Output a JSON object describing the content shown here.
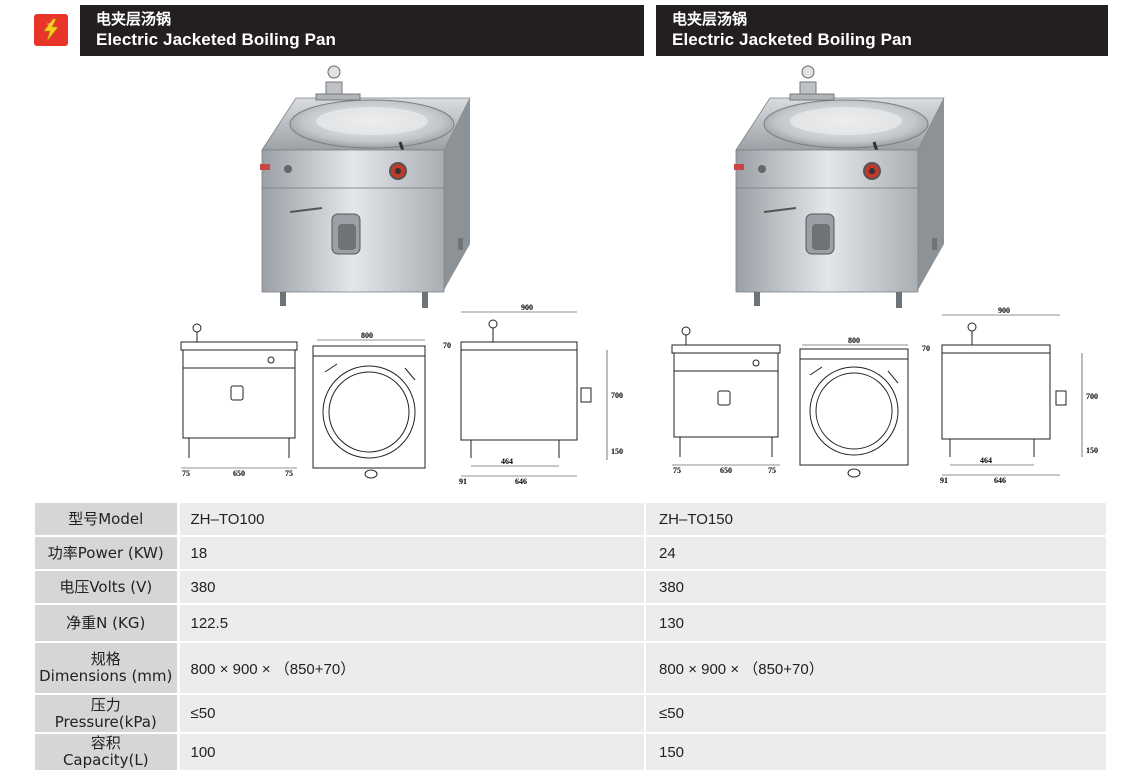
{
  "header": {
    "left": {
      "title_zh": "电夹层汤锅",
      "title_en": "Electric Jacketed Boiling Pan"
    },
    "right": {
      "title_zh": "电夹层汤锅",
      "title_en": "Electric Jacketed Boiling Pan"
    }
  },
  "drawings": {
    "left": {
      "top_width": "800",
      "side_width": "900",
      "side_lid": "70",
      "side_height": "700",
      "side_leg": "150",
      "front_left": "75",
      "front_mid": "650",
      "front_right": "75",
      "side_offset": "91",
      "side_inner": "464",
      "side_depth": "646"
    },
    "right": {
      "top_width": "800",
      "side_width": "900",
      "side_lid": "70",
      "side_height": "700",
      "side_leg": "150",
      "front_left": "75",
      "front_mid": "650",
      "front_right": "75",
      "side_offset": "91",
      "side_inner": "464",
      "side_depth": "646"
    }
  },
  "specs": {
    "rows": [
      {
        "label": [
          "型号Model"
        ],
        "v1": "ZH–TO100",
        "v2": "ZH–TO150"
      },
      {
        "label": [
          "功率Power (KW)"
        ],
        "v1": "18",
        "v2": "24"
      },
      {
        "label": [
          "电压Volts (V)"
        ],
        "v1": "380",
        "v2": "380"
      },
      {
        "label": [
          "净重N (KG)"
        ],
        "v1": "122.5",
        "v2": "130"
      },
      {
        "label": [
          "规格",
          "Dimensions (mm)"
        ],
        "v1": "800 × 900 × （850+70）",
        "v2": "800 × 900 × （850+70）"
      },
      {
        "label": [
          "压力",
          "Pressure(kPa)"
        ],
        "v1": "≤50",
        "v2": "≤50"
      },
      {
        "label": [
          "容积",
          "Capacity(L)"
        ],
        "v1": "100",
        "v2": "150"
      }
    ]
  },
  "colors": {
    "header_bg": "#231f20",
    "logo_bg": "#e8352a",
    "label_bg": "#d6d6d6",
    "value_bg": "#ececec"
  }
}
